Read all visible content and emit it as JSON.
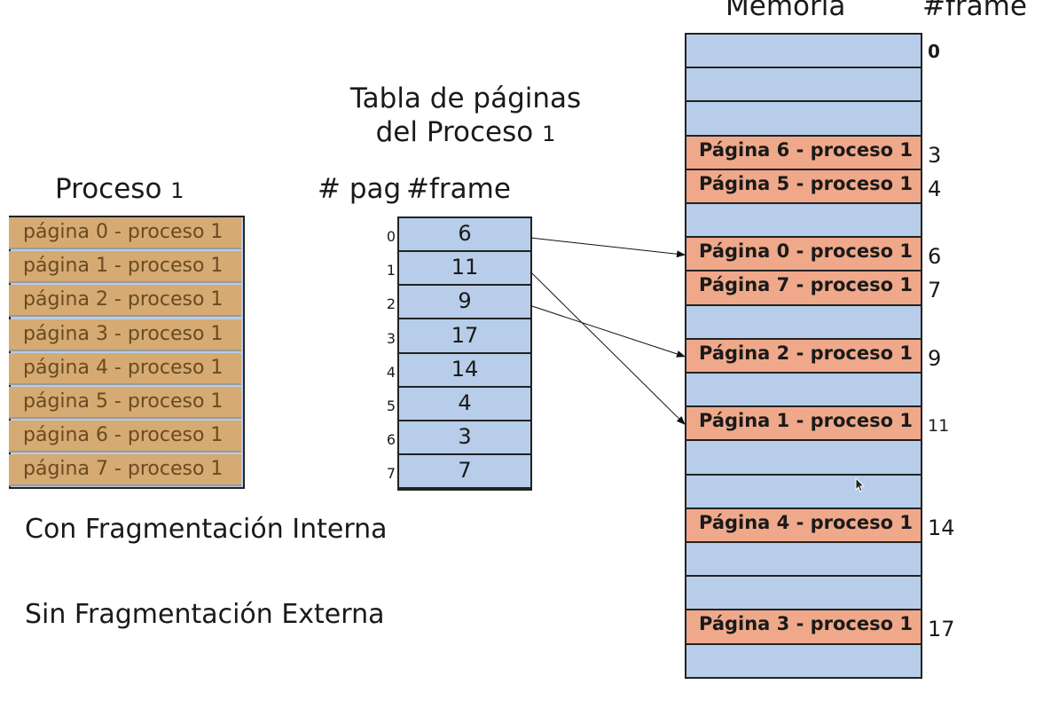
{
  "memory_header": "Memoria",
  "frame_header": "#frame",
  "page_table_title_line1": "Tabla de páginas",
  "page_table_title_line2": "del Proceso",
  "page_table_title_num": "1",
  "process_title": "Proceso",
  "process_title_num": "1",
  "col_pag": "# pag",
  "col_frame": "#frame",
  "process_pages": [
    "página 0 - proceso 1",
    "página 1 - proceso 1",
    "página 2 - proceso 1",
    "página 3 - proceso 1",
    "página 4 - proceso 1",
    "página 5 - proceso 1",
    "página 6 - proceso 1",
    "página 7 - proceso 1"
  ],
  "page_table": [
    {
      "pag": "0",
      "frame": "6"
    },
    {
      "pag": "1",
      "frame": "11"
    },
    {
      "pag": "2",
      "frame": "9"
    },
    {
      "pag": "3",
      "frame": "17"
    },
    {
      "pag": "4",
      "frame": "14"
    },
    {
      "pag": "5",
      "frame": "4"
    },
    {
      "pag": "6",
      "frame": "3"
    },
    {
      "pag": "7",
      "frame": "7"
    }
  ],
  "memory_frames": [
    {
      "label": "",
      "num": "0"
    },
    {
      "label": "",
      "num": ""
    },
    {
      "label": "",
      "num": ""
    },
    {
      "label": "Página 6 - proceso 1",
      "num": "3"
    },
    {
      "label": "Página 5 - proceso 1",
      "num": "4"
    },
    {
      "label": "",
      "num": ""
    },
    {
      "label": "Página 0 - proceso 1",
      "num": "6"
    },
    {
      "label": "Página 7 - proceso 1",
      "num": "7"
    },
    {
      "label": "",
      "num": ""
    },
    {
      "label": "Página 2 - proceso 1",
      "num": "9"
    },
    {
      "label": "",
      "num": ""
    },
    {
      "label": "Página 1 - proceso 1",
      "num": "11"
    },
    {
      "label": "",
      "num": ""
    },
    {
      "label": "",
      "num": ""
    },
    {
      "label": "Página 4 - proceso 1",
      "num": "14"
    },
    {
      "label": "",
      "num": ""
    },
    {
      "label": "",
      "num": ""
    },
    {
      "label": "Página 3 - proceso 1",
      "num": "17"
    },
    {
      "label": "",
      "num": ""
    }
  ],
  "arrows": [
    {
      "from_page": "0",
      "to_frame": "6"
    },
    {
      "from_page": "1",
      "to_frame": "11"
    },
    {
      "from_page": "2",
      "to_frame": "9"
    }
  ],
  "note_internal": "Con Fragmentación Interna",
  "note_external": "Sin Fragmentación Externa"
}
